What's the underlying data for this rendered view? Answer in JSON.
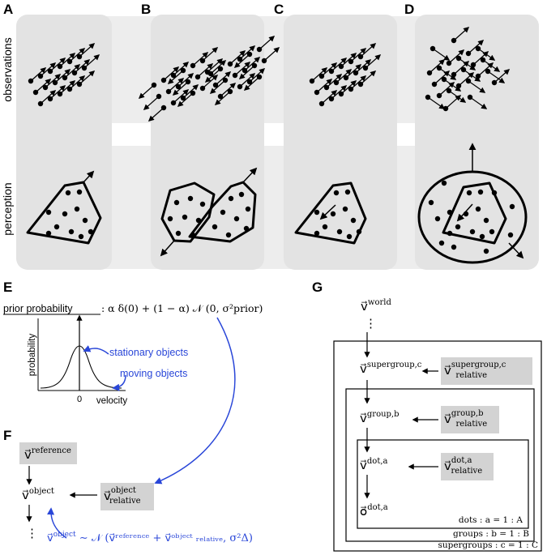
{
  "panel_labels": {
    "a": "A",
    "b": "B",
    "c": "C",
    "d": "D",
    "e": "E",
    "f": "F",
    "g": "G"
  },
  "row_labels": {
    "observations": "observations",
    "perception": "perception"
  },
  "panel_e": {
    "prior_label": "prior probability",
    "formula": ": α δ(0) + (1 − α) 𝒩 (0, σ²prior)",
    "ylabel": "probability",
    "xlabel": "velocity",
    "zero_tick": "0",
    "annotation_stationary": "stationary objects",
    "annotation_moving": "moving objects",
    "accent_color": "#2946d8"
  },
  "panel_f": {
    "v": "v⃗",
    "reference_sup": "reference",
    "object_sup": "object",
    "relative_sub": "relative",
    "ellipsis": "⋮",
    "formula_tail": " ∼ 𝒩 (v⃗ʳᵉᶠᵉʳᵉⁿᶜᵉ + v⃗ᵒᵇʲᵉᶜᵗ ᵣₑₗₐₜᵢᵥₑ, σ²Δ)"
  },
  "panel_g": {
    "world_sup": "world",
    "supergroup_sup": "supergroup,c",
    "group_sup": "group,b",
    "dot_sup": "dot,a",
    "o": "o⃗",
    "relative_sub": "relative",
    "plate_dots": "dots : a = 1 : A",
    "plate_groups": "groups : b = 1 : B",
    "plate_supergroups": "supergroups : c = 1 : C"
  }
}
